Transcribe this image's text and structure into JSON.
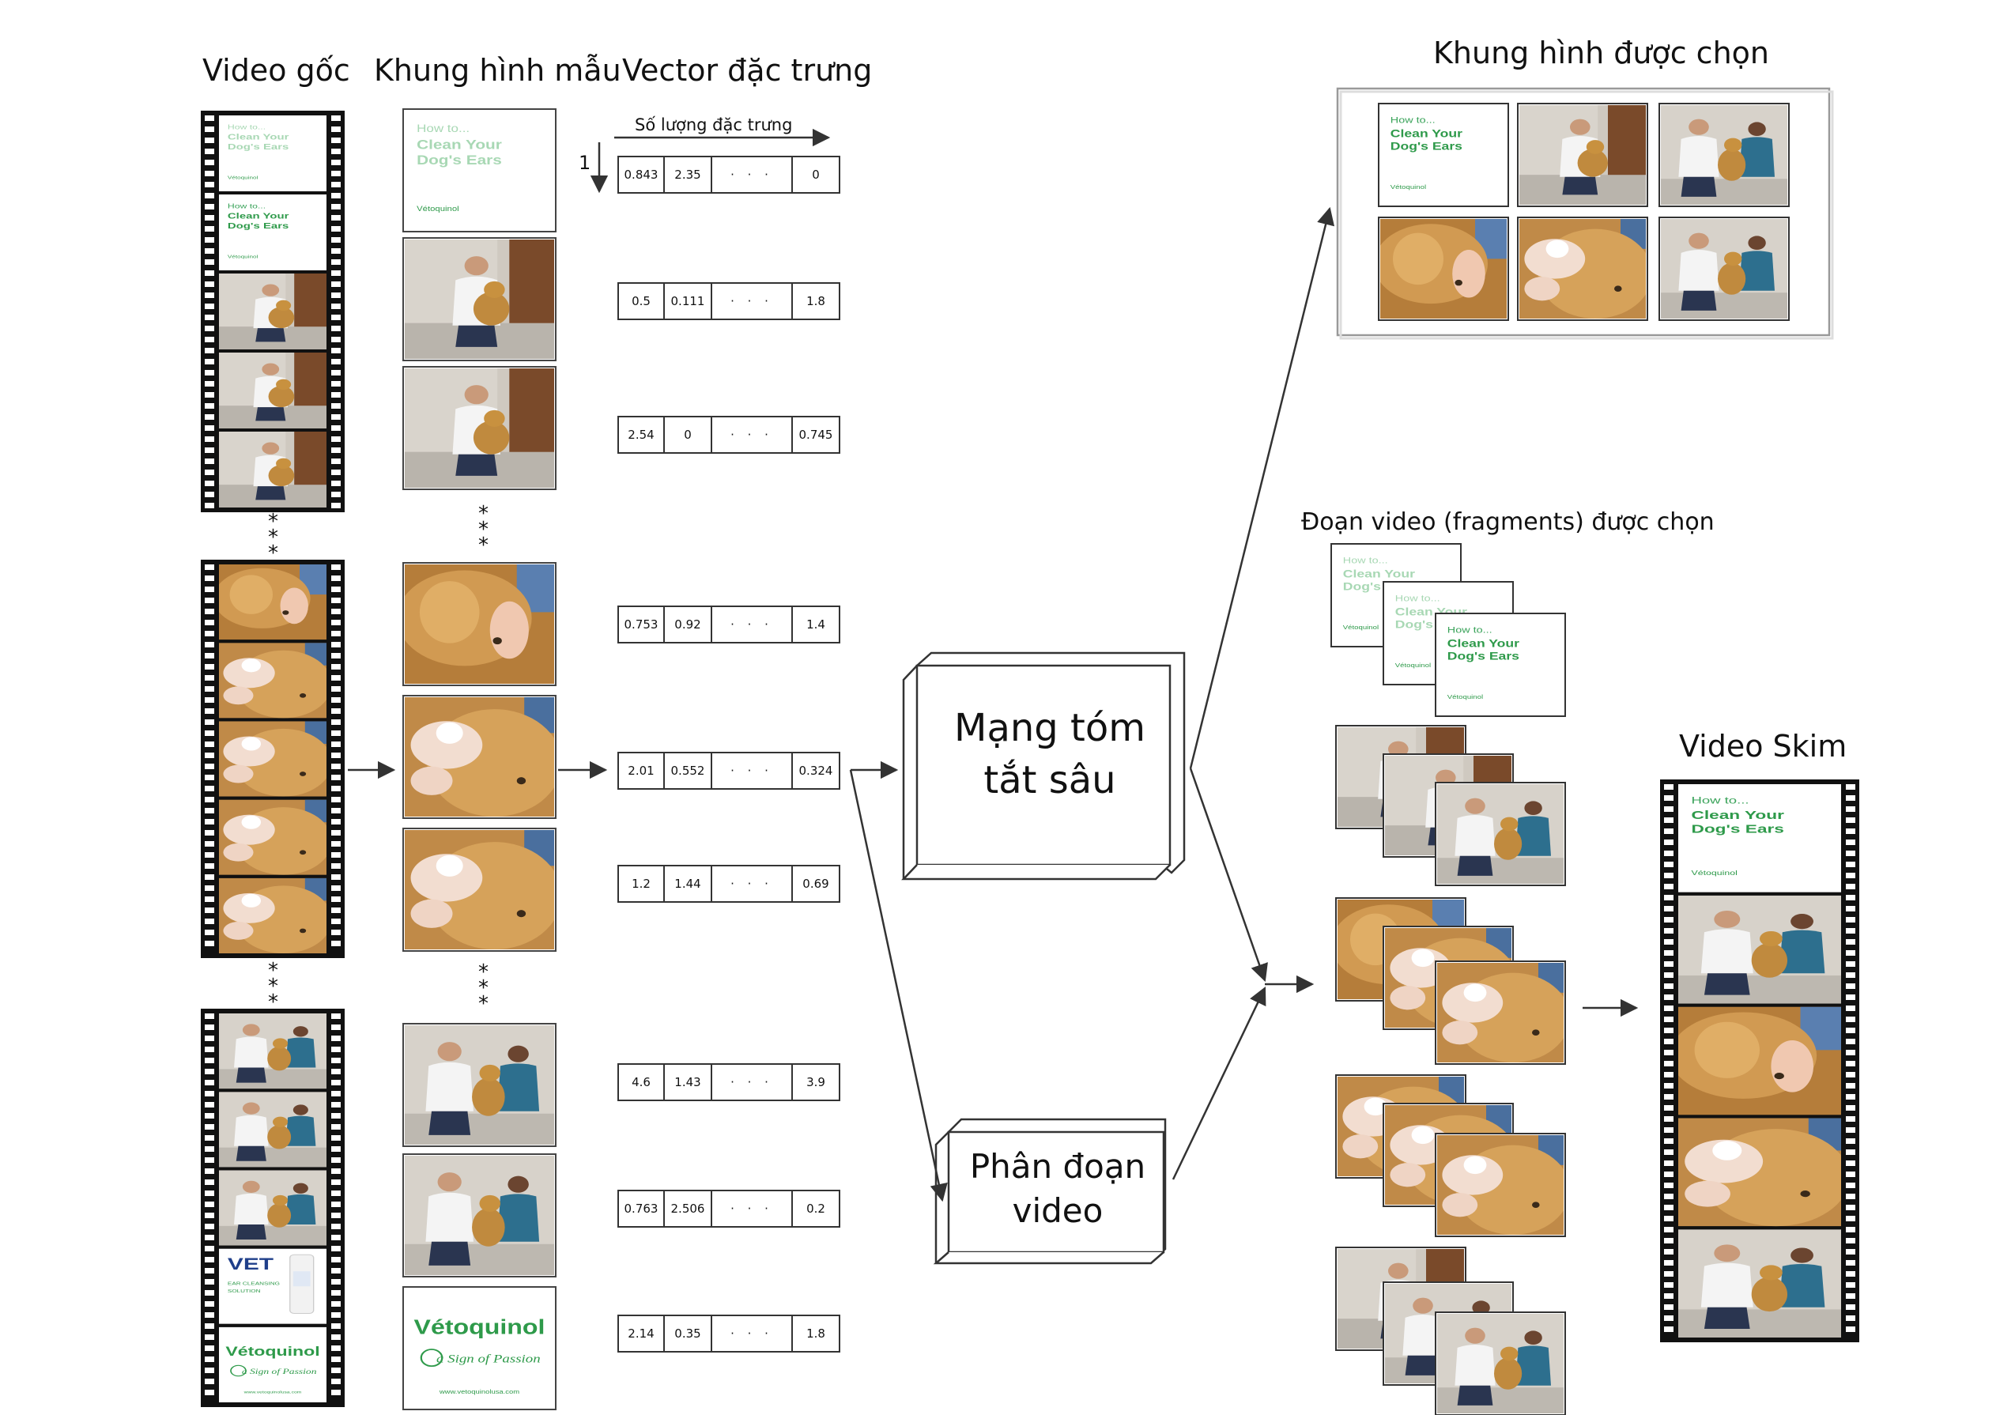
{
  "headers": {
    "original_video": "Video gốc",
    "sample_frames": "Khung hình mẫu",
    "feature_vector": "Vector đặc trưng",
    "selected_frames": "Khung hình được chọn",
    "selected_fragments": "Đoạn video (fragments) được chọn",
    "video_skim": "Video Skim"
  },
  "feature_axis": {
    "count_label": "Số lượng đặc trưng",
    "index_label": "1"
  },
  "vectors": [
    {
      "v1": "0.843",
      "v2": "2.35",
      "dots": "· · ·",
      "vn": "0"
    },
    {
      "v1": "0.5",
      "v2": "0.111",
      "dots": "· · ·",
      "vn": "1.8"
    },
    {
      "v1": "2.54",
      "v2": "0",
      "dots": "· · ·",
      "vn": "0.745"
    },
    {
      "v1": "0.753",
      "v2": "0.92",
      "dots": "· · ·",
      "vn": "1.4"
    },
    {
      "v1": "2.01",
      "v2": "0.552",
      "dots": "· · ·",
      "vn": "0.324"
    },
    {
      "v1": "1.2",
      "v2": "1.44",
      "dots": "· · ·",
      "vn": "0.69"
    },
    {
      "v1": "4.6",
      "v2": "1.43",
      "dots": "· · ·",
      "vn": "3.9"
    },
    {
      "v1": "0.763",
      "v2": "2.506",
      "dots": "· · ·",
      "vn": "0.2"
    },
    {
      "v1": "2.14",
      "v2": "0.35",
      "dots": "· · ·",
      "vn": "1.8"
    }
  ],
  "boxes": {
    "deep_summarization": {
      "line1": "Mạng tóm",
      "line2": "tắt sâu"
    },
    "segmentation": {
      "line1": "Phân đoạn",
      "line2": "video"
    }
  },
  "thumbnail_text": {
    "how_to": "How to...",
    "clean_your": "Clean Your",
    "dogs_ears": "Dog's Ears",
    "brand": "Vétoquinol",
    "brand_tagline": "a Sign of Passion",
    "brand_url": "www.vetoquinolusa.com",
    "vet": "VET",
    "ear_cleansing": "EAR CLEANSING SOLUTION"
  },
  "ellipsis_glyph": "* * *",
  "colors": {
    "brand_green": "#2e9a4a",
    "title_green": "#3aa35a",
    "pale_green": "#a8d8b4",
    "line": "#333333"
  }
}
